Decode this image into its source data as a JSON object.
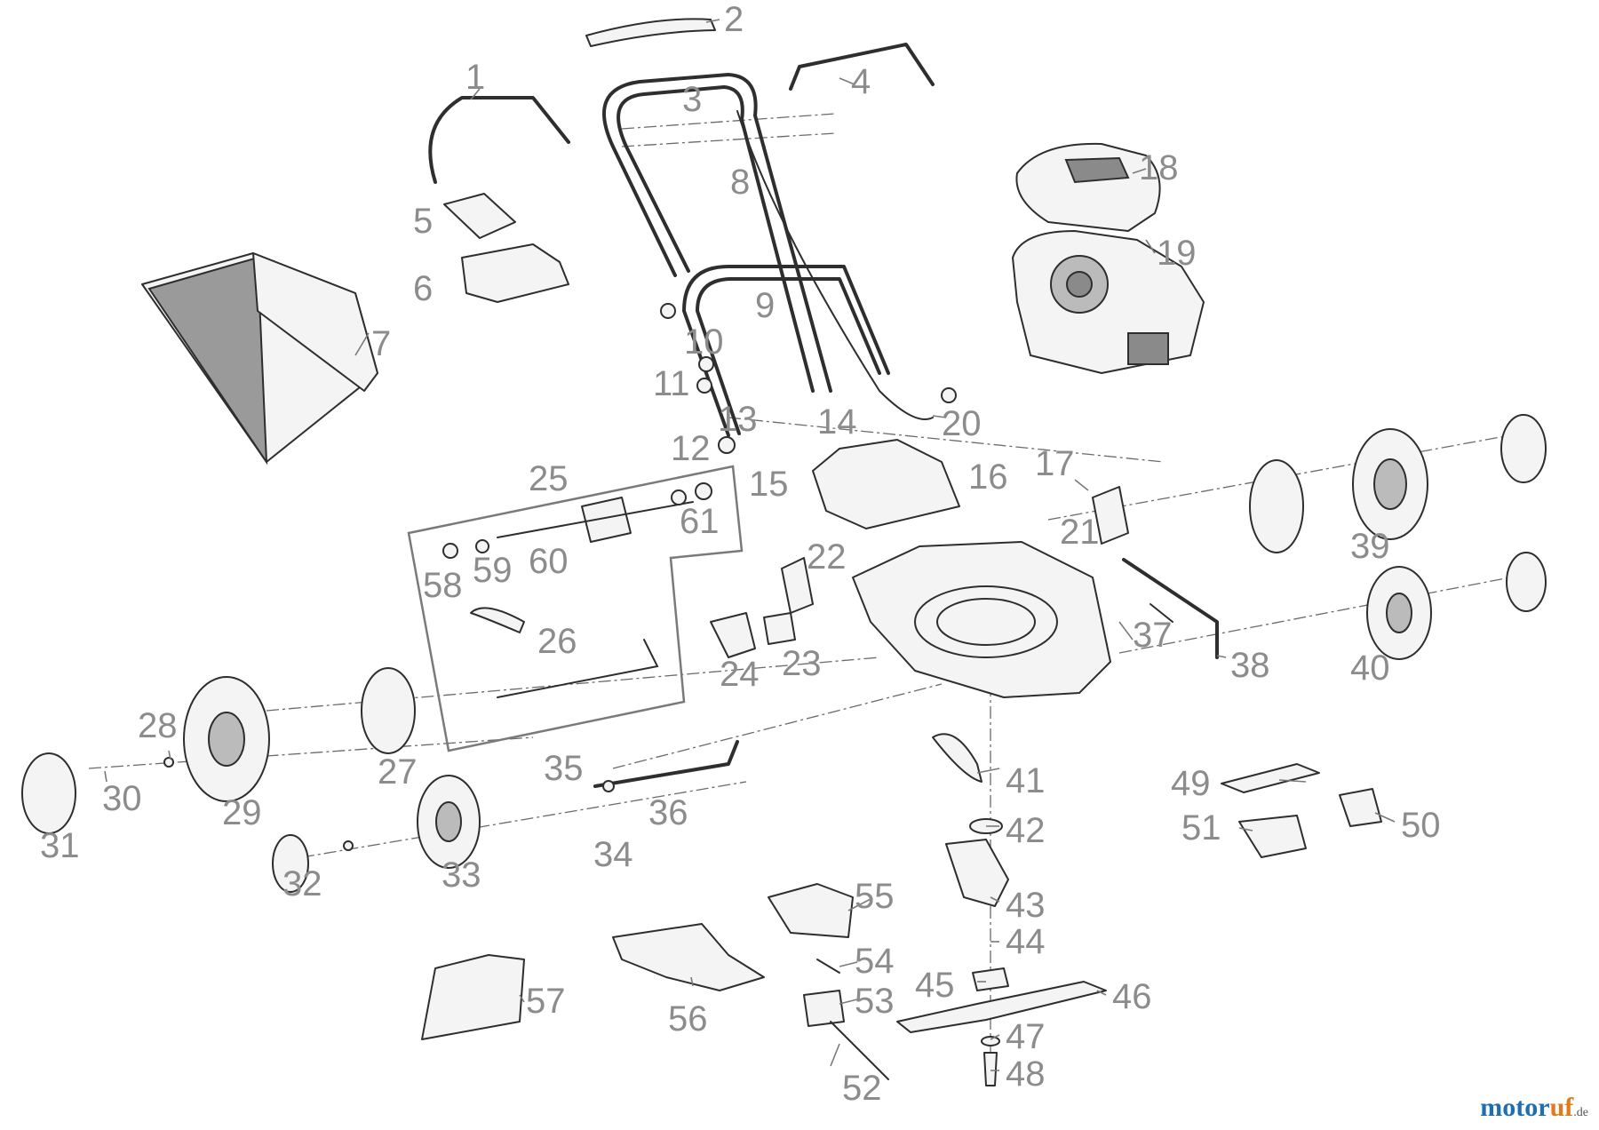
{
  "brand": {
    "name_a": "motor",
    "name_b": "uf",
    "suffix": ".de"
  },
  "labels": [
    "1",
    "2",
    "3",
    "4",
    "5",
    "6",
    "7",
    "8",
    "9",
    "10",
    "11",
    "12",
    "13",
    "14",
    "15",
    "16",
    "17",
    "18",
    "19",
    "20",
    "21",
    "22",
    "23",
    "24",
    "25",
    "26",
    "27",
    "28",
    "29",
    "30",
    "31",
    "32",
    "33",
    "34",
    "35",
    "36",
    "37",
    "38",
    "39",
    "40",
    "41",
    "42",
    "43",
    "44",
    "45",
    "46",
    "47",
    "48",
    "49",
    "50",
    "51",
    "52",
    "53",
    "54",
    "55",
    "56",
    "57",
    "58",
    "59",
    "60",
    "61"
  ]
}
